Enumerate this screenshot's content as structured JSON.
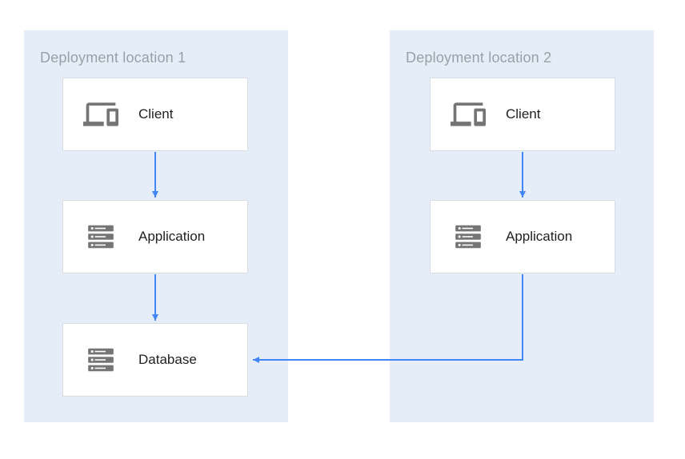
{
  "diagram": {
    "zones": [
      {
        "label": "Deployment location 1",
        "nodes": [
          {
            "id": "client-1",
            "label": "Client",
            "icon": "devices-icon"
          },
          {
            "id": "application-1",
            "label": "Application",
            "icon": "server-stack-icon"
          },
          {
            "id": "database-1",
            "label": "Database",
            "icon": "server-stack-icon"
          }
        ]
      },
      {
        "label": "Deployment location 2",
        "nodes": [
          {
            "id": "client-2",
            "label": "Client",
            "icon": "devices-icon"
          },
          {
            "id": "application-2",
            "label": "Application",
            "icon": "server-stack-icon"
          }
        ]
      }
    ],
    "connections": [
      {
        "from": "client-1",
        "to": "application-1"
      },
      {
        "from": "application-1",
        "to": "database-1"
      },
      {
        "from": "client-2",
        "to": "application-2"
      },
      {
        "from": "application-2",
        "to": "database-1"
      }
    ],
    "colors": {
      "zone_bg": "#e4edf8",
      "zone_label": "#9aa0a6",
      "box_bg": "#ffffff",
      "box_border": "#d9dce1",
      "icon": "#757575",
      "node_label": "#1f1f1f",
      "arrow": "#4285f4"
    }
  }
}
